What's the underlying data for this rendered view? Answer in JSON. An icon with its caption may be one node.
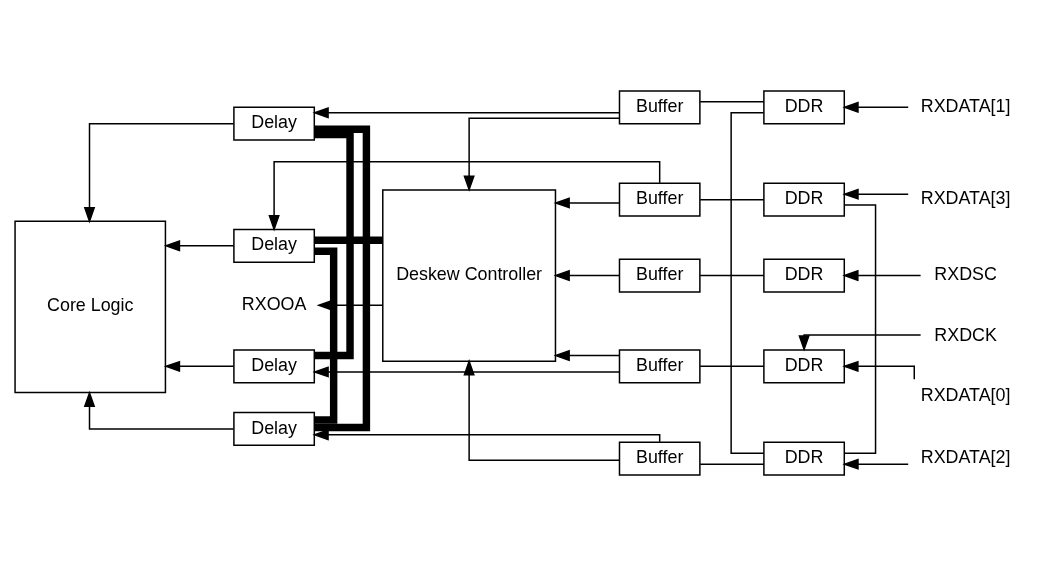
{
  "diagram": {
    "nodes": [
      {
        "text": [
          "Deskew Controller"
        ]
      },
      {
        "text": [
          "Core Logic"
        ]
      },
      {
        "text": [
          "Buffer"
        ]
      },
      {
        "text": [
          "DDR"
        ]
      },
      {
        "text": [
          "RXDSC"
        ]
      },
      {
        "text": [
          "RXOOA"
        ]
      },
      {
        "text": [
          "Delay"
        ]
      },
      {
        "text": [
          "Delay"
        ]
      },
      {
        "text": [
          "Delay"
        ]
      },
      {
        "text": [
          "Delay"
        ]
      },
      {
        "text": [
          "Buffer"
        ]
      },
      {
        "text": [
          "Buffer"
        ]
      },
      {
        "text": [
          "Buffer"
        ]
      },
      {
        "text": [
          "Buffer"
        ]
      },
      {
        "text": [
          "DDR"
        ]
      },
      {
        "text": [
          "DDR"
        ]
      },
      {
        "text": [
          "DDR"
        ]
      },
      {
        "text": [
          "DDR"
        ]
      },
      {
        "text": [
          "RXDATA[3]"
        ]
      },
      {
        "text": [
          "RXDATA[2]"
        ]
      },
      {
        "text": [
          "RXDATA[1]"
        ]
      },
      {
        "text": [
          "RXDATA[0]"
        ]
      },
      {
        "text": [
          "RXDCK"
        ]
      }
    ],
    "edges": [
      {
        "from": 4,
        "to": 3,
        "arrow": "to"
      },
      {
        "from": 3,
        "to": 2,
        "arrow": "none"
      },
      {
        "from": 2,
        "to": 0,
        "arrow": "to"
      },
      {
        "from": 0,
        "to": 5,
        "arrow": "to"
      },
      {
        "from": 0,
        "to": 6,
        "arrow": "none",
        "style": "thick"
      },
      {
        "from": 6,
        "to": 7,
        "arrow": "none",
        "style": "thick"
      },
      {
        "from": 7,
        "to": 8,
        "arrow": "none",
        "style": "thick"
      },
      {
        "from": 8,
        "to": 9,
        "arrow": "none",
        "style": "thick"
      },
      {
        "from": 18,
        "to": 14,
        "arrow": "to"
      },
      {
        "from": 19,
        "to": 15,
        "arrow": "to"
      },
      {
        "from": 20,
        "to": 16,
        "arrow": "to"
      },
      {
        "from": 21,
        "to": 17,
        "arrow": "to"
      },
      {
        "from": 22,
        "to": 17,
        "arrow": "to"
      },
      {
        "from": 14,
        "to": 15,
        "arrow": "none"
      },
      {
        "from": 15,
        "to": 16,
        "arrow": "none"
      },
      {
        "from": 14,
        "to": 10,
        "arrow": "none"
      },
      {
        "from": 15,
        "to": 11,
        "arrow": "none"
      },
      {
        "from": 16,
        "to": 12,
        "arrow": "none"
      },
      {
        "from": 17,
        "to": 13,
        "arrow": "none"
      },
      {
        "from": 10,
        "to": 6,
        "arrow": "to"
      },
      {
        "from": 11,
        "to": 7,
        "arrow": "to"
      },
      {
        "from": 12,
        "to": 8,
        "arrow": "to"
      },
      {
        "from": 13,
        "to": 9,
        "arrow": "to"
      },
      {
        "from": 10,
        "to": 0,
        "arrow": "to"
      },
      {
        "from": 11,
        "to": 0,
        "arrow": "to"
      },
      {
        "from": 12,
        "to": 0,
        "arrow": "to"
      },
      {
        "from": 13,
        "to": 0,
        "arrow": "to"
      },
      {
        "from": 6,
        "to": 1,
        "arrow": "to"
      },
      {
        "from": 7,
        "to": 1,
        "arrow": "to"
      },
      {
        "from": 8,
        "to": 1,
        "arrow": "to"
      },
      {
        "from": 9,
        "to": 1,
        "arrow": "to"
      }
    ]
  }
}
